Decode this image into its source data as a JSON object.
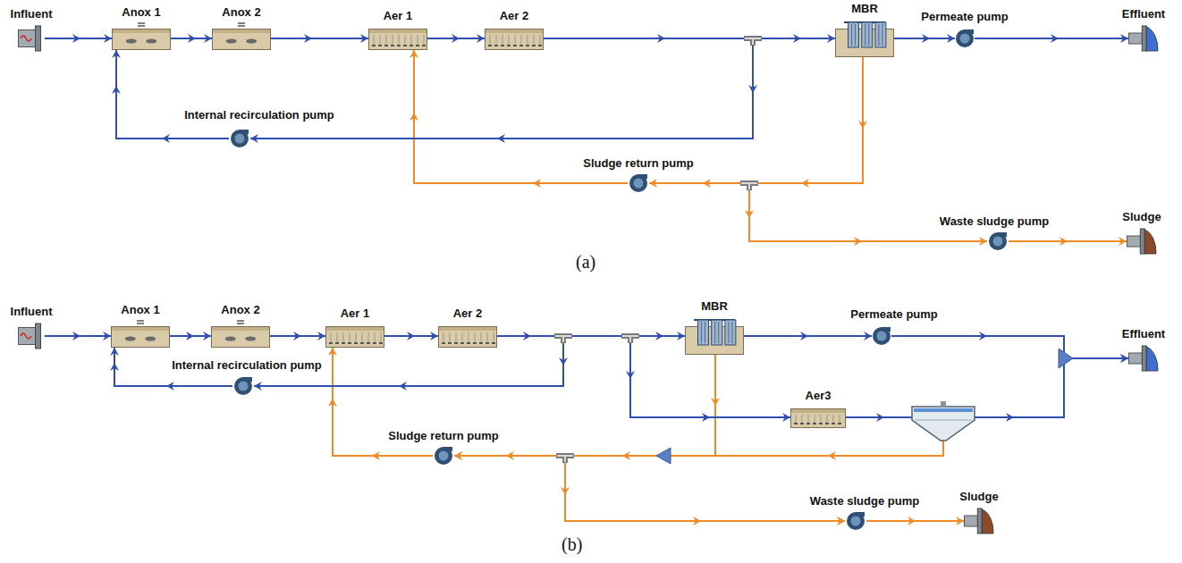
{
  "diagram": {
    "nodes": [
      {
        "text": [
          "Influent"
        ]
      },
      {
        "text": [
          "Anox 1"
        ]
      },
      {
        "text": [
          "Anox 2"
        ]
      },
      {
        "text": [
          "Aer 1"
        ]
      },
      {
        "text": [
          "Aer 2"
        ]
      },
      {
        "text": [
          "MBR"
        ]
      },
      {
        "text": [
          "Permeate pump"
        ]
      },
      {
        "text": [
          "Effluent"
        ]
      },
      {
        "text": [
          "Internal recirculation pump"
        ]
      },
      {
        "text": [
          "Sludge return pump"
        ]
      },
      {
        "text": [
          "Waste sludge pump"
        ]
      },
      {
        "text": [
          "Sludge"
        ]
      },
      {
        "text": [
          "Influent"
        ]
      },
      {
        "text": [
          "Anox 1"
        ]
      },
      {
        "text": [
          "Anox 2"
        ]
      },
      {
        "text": [
          "Aer 1"
        ]
      },
      {
        "text": [
          "Aer 2"
        ]
      },
      {
        "text": [
          "MBR"
        ]
      },
      {
        "text": [
          "Permeate pump"
        ]
      },
      {
        "text": [
          "Aer3"
        ]
      },
      {
        "text": [
          "Effluent"
        ]
      },
      {
        "text": [
          "Internal recirculation pump"
        ]
      },
      {
        "text": [
          "Sludge return pump"
        ]
      },
      {
        "text": [
          "Waste sludge pump"
        ]
      },
      {
        "text": [
          "Sludge"
        ]
      }
    ],
    "edges": [
      {
        "from": 0,
        "to": 1,
        "arrow": "to"
      },
      {
        "from": 1,
        "to": 2,
        "arrow": "to"
      },
      {
        "from": 2,
        "to": 3,
        "arrow": "to"
      },
      {
        "from": 3,
        "to": 4,
        "arrow": "to"
      },
      {
        "from": 4,
        "to": 5,
        "arrow": "to"
      },
      {
        "from": 4,
        "to": 8,
        "arrow": "to"
      },
      {
        "from": 8,
        "to": 1,
        "arrow": "to"
      },
      {
        "from": 5,
        "to": 6,
        "arrow": "to"
      },
      {
        "from": 6,
        "to": 7,
        "arrow": "to"
      },
      {
        "from": 5,
        "to": 9,
        "arrow": "to"
      },
      {
        "from": 5,
        "to": 10,
        "arrow": "to"
      },
      {
        "from": 9,
        "to": 3,
        "arrow": "to"
      },
      {
        "from": 10,
        "to": 11,
        "arrow": "to"
      },
      {
        "from": 12,
        "to": 13,
        "arrow": "to"
      },
      {
        "from": 13,
        "to": 14,
        "arrow": "to"
      },
      {
        "from": 14,
        "to": 15,
        "arrow": "to"
      },
      {
        "from": 15,
        "to": 16,
        "arrow": "to"
      },
      {
        "from": 16,
        "to": 17,
        "arrow": "to"
      },
      {
        "from": 16,
        "to": 21,
        "arrow": "to"
      },
      {
        "from": 16,
        "to": 19,
        "arrow": "to"
      },
      {
        "from": 21,
        "to": 13,
        "arrow": "to"
      },
      {
        "from": 17,
        "to": 18,
        "arrow": "to"
      },
      {
        "from": 18,
        "to": 20,
        "arrow": "to"
      },
      {
        "from": 19,
        "to": 20,
        "arrow": "to"
      },
      {
        "from": 17,
        "to": 22,
        "arrow": "to"
      },
      {
        "from": 17,
        "to": 23,
        "arrow": "to"
      },
      {
        "from": 19,
        "to": 22,
        "arrow": "to"
      },
      {
        "from": 19,
        "to": 23,
        "arrow": "to"
      },
      {
        "from": 22,
        "to": 15,
        "arrow": "to"
      },
      {
        "from": 23,
        "to": 24,
        "arrow": "to"
      }
    ],
    "labels": [
      "(a)",
      "(b)"
    ]
  }
}
